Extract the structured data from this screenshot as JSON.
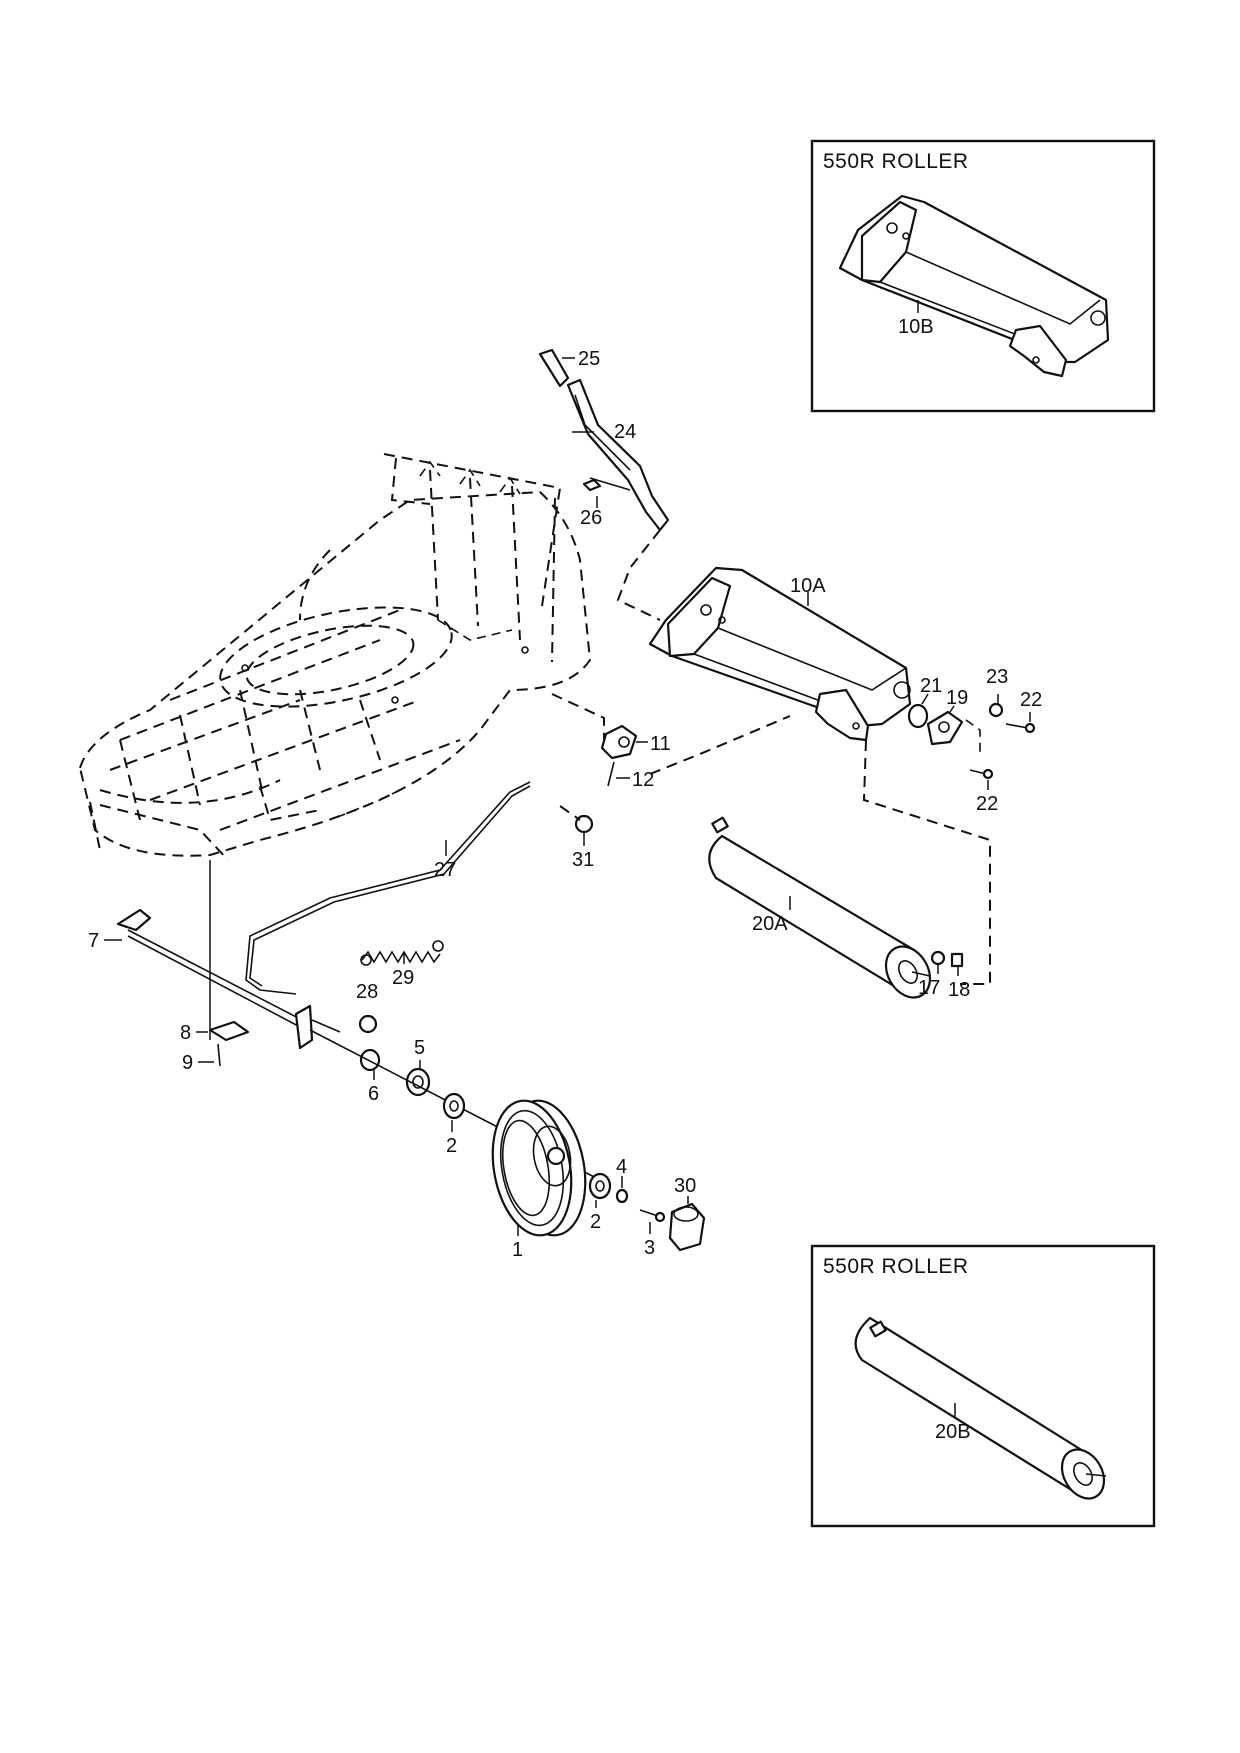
{
  "inset_top": {
    "title": "550R  ROLLER",
    "part_label": "10B"
  },
  "inset_bottom": {
    "title": "550R  ROLLER",
    "part_label": "20B"
  },
  "callouts": {
    "p1": "1",
    "p2a": "2",
    "p2b": "2",
    "p3": "3",
    "p4": "4",
    "p5": "5",
    "p6": "6",
    "p7": "7",
    "p8": "8",
    "p9": "9",
    "p10a": "10A",
    "p11": "11",
    "p12": "12",
    "p17": "17",
    "p18": "18",
    "p19": "19",
    "p20a": "20A",
    "p21": "21",
    "p22a": "22",
    "p22b": "22",
    "p23": "23",
    "p24": "24",
    "p25": "25",
    "p26": "26",
    "p27": "27",
    "p28": "28",
    "p29": "29",
    "p30": "30",
    "p31": "31"
  }
}
